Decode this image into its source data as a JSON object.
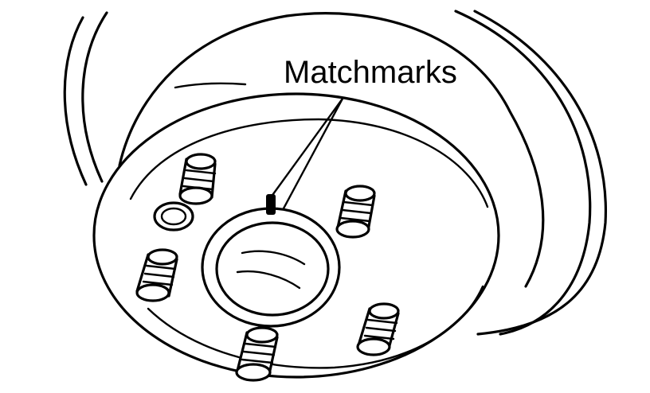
{
  "diagram": {
    "callout_label": "Matchmarks",
    "colors": {
      "ink": "#000000",
      "paper": "#ffffff"
    },
    "parts": [
      "brake-drum",
      "wheel-hub",
      "wheel-stud",
      "hub-center-cap",
      "matchmark",
      "inspection-hole"
    ]
  }
}
